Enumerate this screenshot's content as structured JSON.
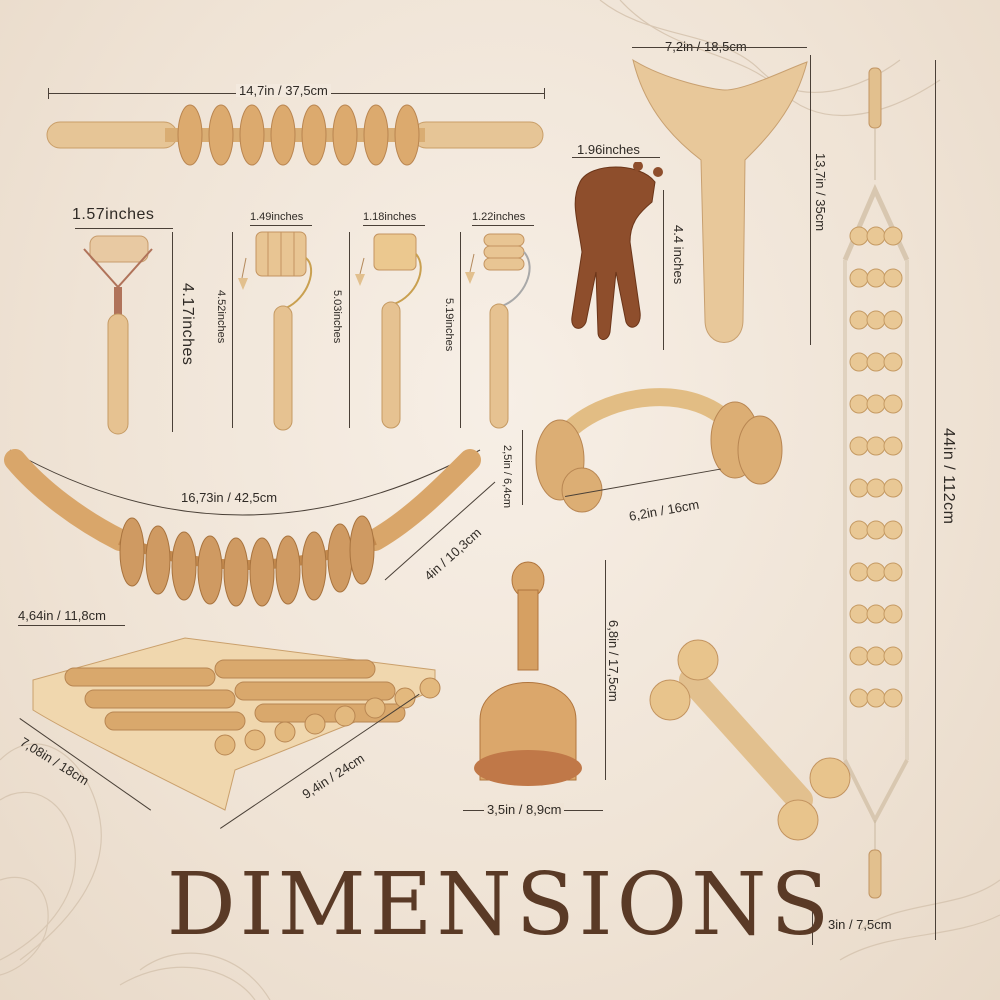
{
  "title": "DIMENSIONS",
  "labels": {
    "long_roller": "14,7in / 37,5cm",
    "jade_width": "1.57inches",
    "jade_height": "4.17inches",
    "roller2_width": "1.49inches",
    "roller2_height": "4.52inches",
    "roller3_width": "1.18inches",
    "roller3_height": "5.03inches",
    "roller4_width": "1.22inches",
    "roller4_height": "5.19inches",
    "comb_width": "1.96inches",
    "comb_height": "4.4 inches",
    "y_tool_width": "7,2in / 18,5cm",
    "y_tool_height": "13,7in / 35cm",
    "belt_height": "44in / 112cm",
    "belt_width": "3in / 7,5cm",
    "curved_roller_length": "16,73in / 42,5cm",
    "curved_roller_height": "4in / 10,3cm",
    "hand_roller_height": "2,5in / 6,4cm",
    "hand_roller_width": "6,2in / 16cm",
    "foot_roller_height": "4,64in / 11,8cm",
    "foot_roller_depth": "7,08in / 18cm",
    "foot_roller_width": "9,4in / 24cm",
    "cup_height": "6,8in / 17,5cm",
    "cup_width": "3,5in / 8,9cm"
  },
  "colors": {
    "background": "#f3e9de",
    "wood_light": "#e9c898",
    "wood_mid": "#d9a86c",
    "wood_dark": "#8a4a26",
    "title": "#5a3a26"
  }
}
